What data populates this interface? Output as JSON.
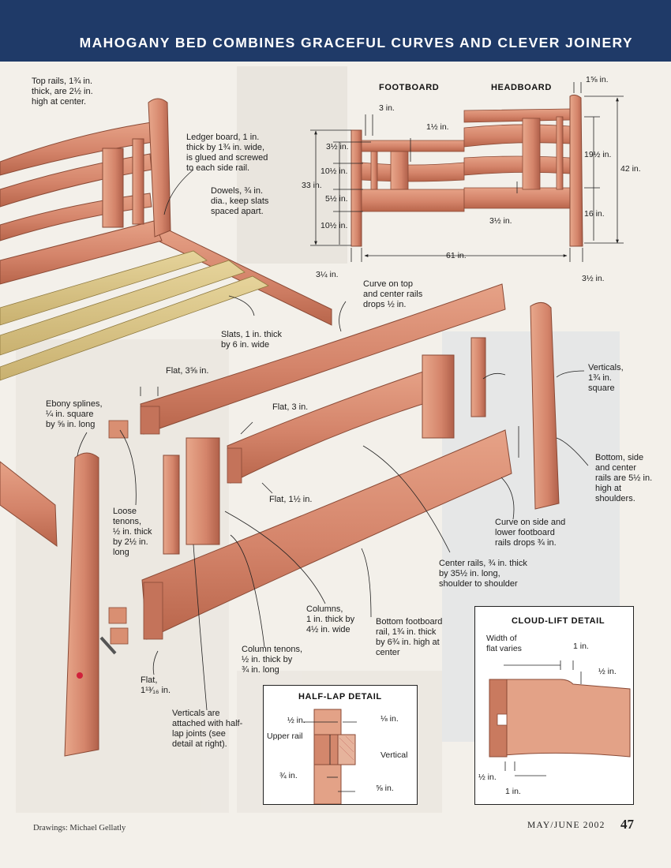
{
  "header": {
    "title": "MAHOGANY BED COMBINES GRACEFUL CURVES AND CLEVER JOINERY"
  },
  "elevation": {
    "footboard_title": "FOOTBOARD",
    "headboard_title": "HEADBOARD",
    "dims": {
      "d_1_5_8": "1⅝ in.",
      "d_3": "3 in.",
      "d_1_5": "1½ in.",
      "d_3_5": "3½ in.",
      "d_10_5_a": "10½ in.",
      "d_5_5": "5½ in.",
      "d_10_5_b": "10½ in.",
      "d_33": "33 in.",
      "d_19_5": "19½ in.",
      "d_42": "42 in.",
      "d_16": "16 in.",
      "d_3_5_b": "3½ in.",
      "d_61": "61 in.",
      "d_3_25": "3¼ in.",
      "d_3_5_c": "3½ in."
    }
  },
  "callouts": {
    "top_rails": [
      "Top rails, 1¾ in.",
      "thick, are 2½ in.",
      "high at center."
    ],
    "ledger": [
      "Ledger board, 1 in.",
      "thick by 1¾ in. wide,",
      "is glued and screwed",
      "to each side rail."
    ],
    "dowels": [
      "Dowels, ¾ in.",
      "dia., keep slats",
      "spaced apart."
    ],
    "curve_top": [
      "Curve on top",
      "and center rails",
      "drops ½ in."
    ],
    "slats": [
      "Slats, 1 in. thick",
      "by 6 in. wide"
    ],
    "flat_3_5_8": "Flat, 3⅝ in.",
    "ebony": [
      "Ebony splines,",
      "¼ in. square",
      "by ⅝ in. long"
    ],
    "flat_3": "Flat, 3 in.",
    "flat_1_5": "Flat, 1½ in.",
    "verticals": [
      "Verticals,",
      "1¾ in.",
      "square"
    ],
    "bottom_side": [
      "Bottom, side",
      "and center",
      "rails are 5½ in.",
      "high at",
      "shoulders."
    ],
    "curve_side": [
      "Curve on side and",
      "lower footboard",
      "rails drops ¾ in."
    ],
    "loose_tenons": [
      "Loose",
      "tenons,",
      "½ in. thick",
      "by 2½ in.",
      "long"
    ],
    "center_rails": [
      "Center rails, ¾ in. thick",
      "by 35½ in. long,",
      "shoulder to shoulder"
    ],
    "columns": [
      "Columns,",
      "1 in. thick by",
      "4½ in. wide"
    ],
    "bottom_footboard": [
      "Bottom footboard",
      "rail, 1¾ in. thick",
      "by 6¾ in. high at",
      "center"
    ],
    "column_tenons": [
      "Column tenons,",
      "½ in. thick by",
      "¾ in. long"
    ],
    "flat_1_13_16": [
      "Flat,",
      "1¹³⁄₁₆ in."
    ],
    "verticals_attached": [
      "Verticals are",
      "attached with half-",
      "lap joints (see",
      "detail at right)."
    ]
  },
  "half_lap": {
    "title": "HALF-LAP DETAIL",
    "d_half": "½ in.",
    "d_1_8": "⅛ in.",
    "upper_rail": "Upper rail",
    "vertical": "Vertical",
    "d_3_4": "¾ in.",
    "d_5_8": "⅝ in."
  },
  "cloud_lift": {
    "title": "CLOUD-LIFT DETAIL",
    "width_flat": [
      "Width of",
      "flat varies"
    ],
    "d_1": "1 in.",
    "d_half": "½ in.",
    "d_half_b": "½ in.",
    "d_1_b": "1 in."
  },
  "footer": {
    "credit": "Drawings: Michael Gellatly",
    "date": "MAY/JUNE 2002",
    "page": "47"
  },
  "colors": {
    "banner": "#1f3a68",
    "wood": "#d98b6f",
    "wood_dark": "#b8654b",
    "slat": "#d9c486"
  }
}
